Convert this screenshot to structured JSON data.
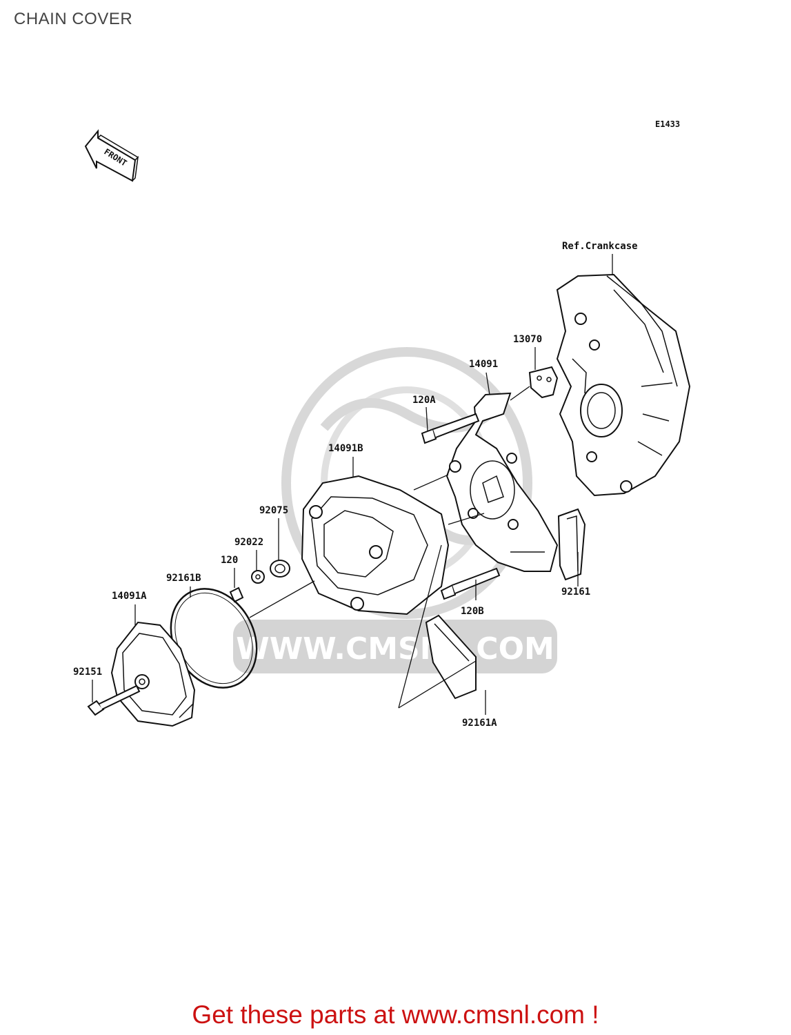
{
  "page": {
    "title": "CHAIN COVER",
    "diagram_code": "E1433",
    "front_label": "FRONT",
    "ref_label": "Ref.Crankcase",
    "watermark_text": "WWW.CMSNL.COM",
    "footer": "Get these parts at www.cmsnl.com !"
  },
  "parts": {
    "p13070": "13070",
    "p14091": "14091",
    "p120A": "120A",
    "p14091B": "14091B",
    "p92075": "92075",
    "p92022": "92022",
    "p120": "120",
    "p92161B": "92161B",
    "p14091A": "14091A",
    "p92151": "92151",
    "p92161": "92161",
    "p120B": "120B",
    "p92161A": "92161A"
  },
  "colors": {
    "footer_text": "#cc1111",
    "title_text": "#444444",
    "watermark": "#d4d4d4"
  }
}
